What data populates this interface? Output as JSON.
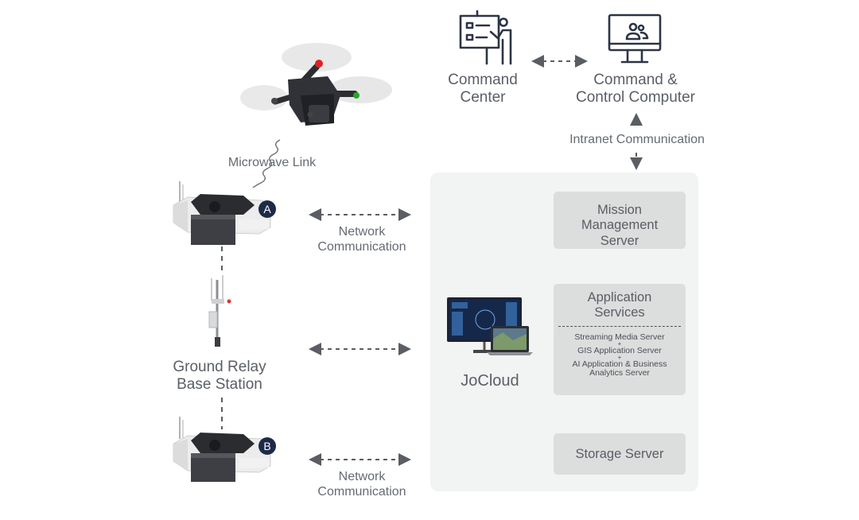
{
  "command_center": {
    "line1": "Command",
    "line2": "Center",
    "icon": "presentation-board-icon"
  },
  "control_computer": {
    "line1": "Command &",
    "line2": "Control Computer",
    "icon": "monitor-users-icon"
  },
  "intranet_label": "Intranet Communication",
  "microwave_label": "Microwave Link",
  "network_label_top": {
    "line1": "Network",
    "line2": "Communication"
  },
  "network_label_bottom": {
    "line1": "Network",
    "line2": "Communication"
  },
  "relay_station": {
    "line1": "Ground Relay",
    "line2": "Base Station"
  },
  "dock_a_badge": "A",
  "dock_b_badge": "B",
  "jocloud_label": "JoCloud",
  "mission_server": {
    "line1": "Mission",
    "line2": "Management",
    "line3": "Server"
  },
  "app_services": {
    "line1": "Application",
    "line2": "Services",
    "items": [
      "Streaming Media Server",
      "+",
      "GIS Application Server",
      "+",
      "AI Application & Business",
      "Analytics Server"
    ]
  },
  "storage_server": "Storage Server",
  "colors": {
    "badge": "#1d2a48",
    "panel": "#f2f3f3",
    "server": "#dcdddd",
    "arrow": "#5a5d62",
    "icon": "#2c3446"
  }
}
